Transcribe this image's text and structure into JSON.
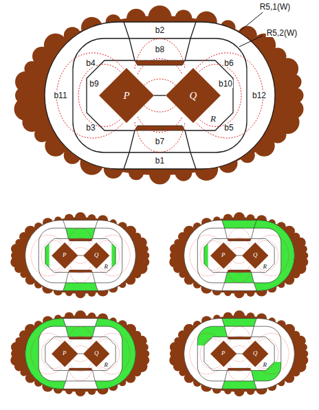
{
  "diagram": {
    "nodes": [
      {
        "text": [
          "P"
        ]
      },
      {
        "text": [
          "Q"
        ]
      },
      {
        "text": [
          "P"
        ]
      },
      {
        "text": [
          "Q"
        ]
      },
      {
        "text": [
          "P"
        ]
      },
      {
        "text": [
          "Q"
        ]
      },
      {
        "text": [
          "P"
        ]
      },
      {
        "text": [
          "Q"
        ]
      },
      {
        "text": [
          "P"
        ]
      },
      {
        "text": [
          "Q"
        ]
      }
    ],
    "labels": [
      "R5,1(W)",
      "R5,2(W)",
      "b1",
      "b2",
      "b3",
      "b4",
      "b5",
      "b6",
      "b7",
      "b8",
      "b9",
      "b10",
      "b11",
      "b12",
      "R",
      "R",
      "R",
      "R",
      "R"
    ]
  }
}
